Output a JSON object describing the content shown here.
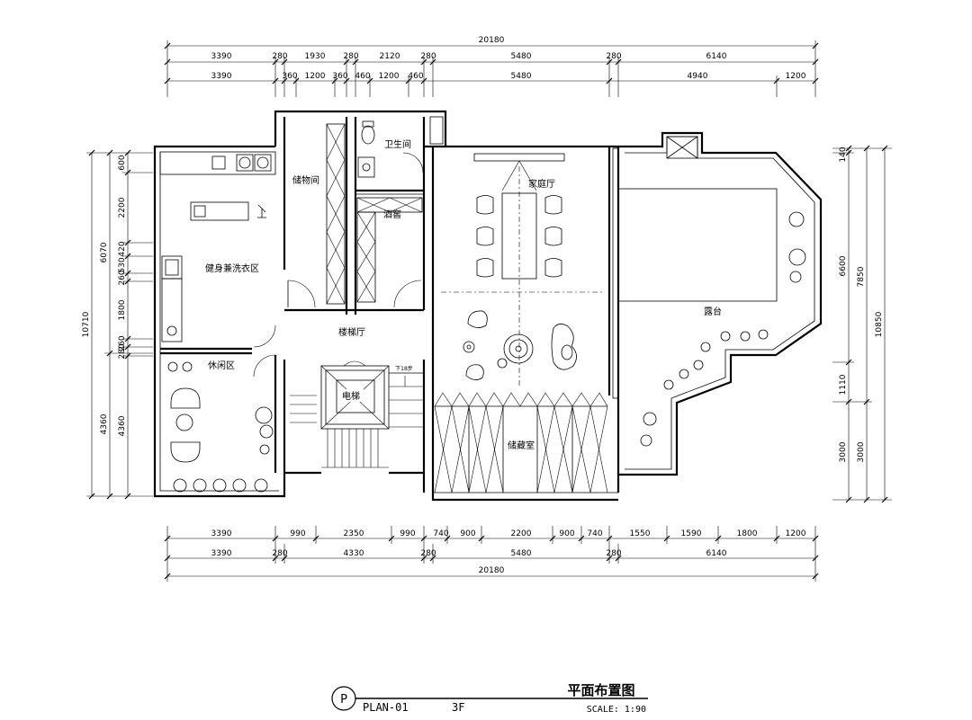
{
  "dimensions": {
    "top": {
      "overall": "20180",
      "row1": [
        "3390",
        "280",
        "1930",
        "280",
        "2120",
        "280",
        "5480",
        "280",
        "6140"
      ],
      "row2": [
        "3390",
        "360",
        "1200",
        "360",
        "460",
        "1200",
        "460",
        "5480",
        "4940",
        "1200"
      ]
    },
    "bottom": {
      "overall": "20180",
      "row1": [
        "3390",
        "990",
        "2350",
        "990",
        "740",
        "900",
        "2200",
        "900",
        "740",
        "1550",
        "1590",
        "1800",
        "1200"
      ],
      "row2": [
        "3390",
        "280",
        "4330",
        "280",
        "5480",
        "280",
        "6140"
      ]
    },
    "left": {
      "overall": "10710",
      "chain": [
        "6070",
        "4360"
      ],
      "detail": [
        "600",
        "2200",
        "420",
        "530",
        "260",
        "1800",
        "260",
        "280",
        "4360"
      ]
    },
    "right": {
      "overall": "10850",
      "chain": [
        "7850",
        "3000"
      ],
      "detail": [
        "140",
        "6600",
        "1110",
        "3000"
      ]
    }
  },
  "rooms": {
    "storage": "储物间",
    "bathroom": "卫生间",
    "family_room": "家庭厅",
    "wine_cellar": "酒窖",
    "fitness_laundry": "健身兼洗衣区",
    "stair_hall": "楼梯厅",
    "leisure": "休闲区",
    "elevator": "电梯",
    "stair_down": "下18步",
    "collection": "储藏室",
    "terrace": "露台"
  },
  "title_block": {
    "symbol": "P",
    "plan_no": "PLAN-01",
    "floor": "3F",
    "title": "平面布置图",
    "scale": "SCALE: 1:90"
  }
}
